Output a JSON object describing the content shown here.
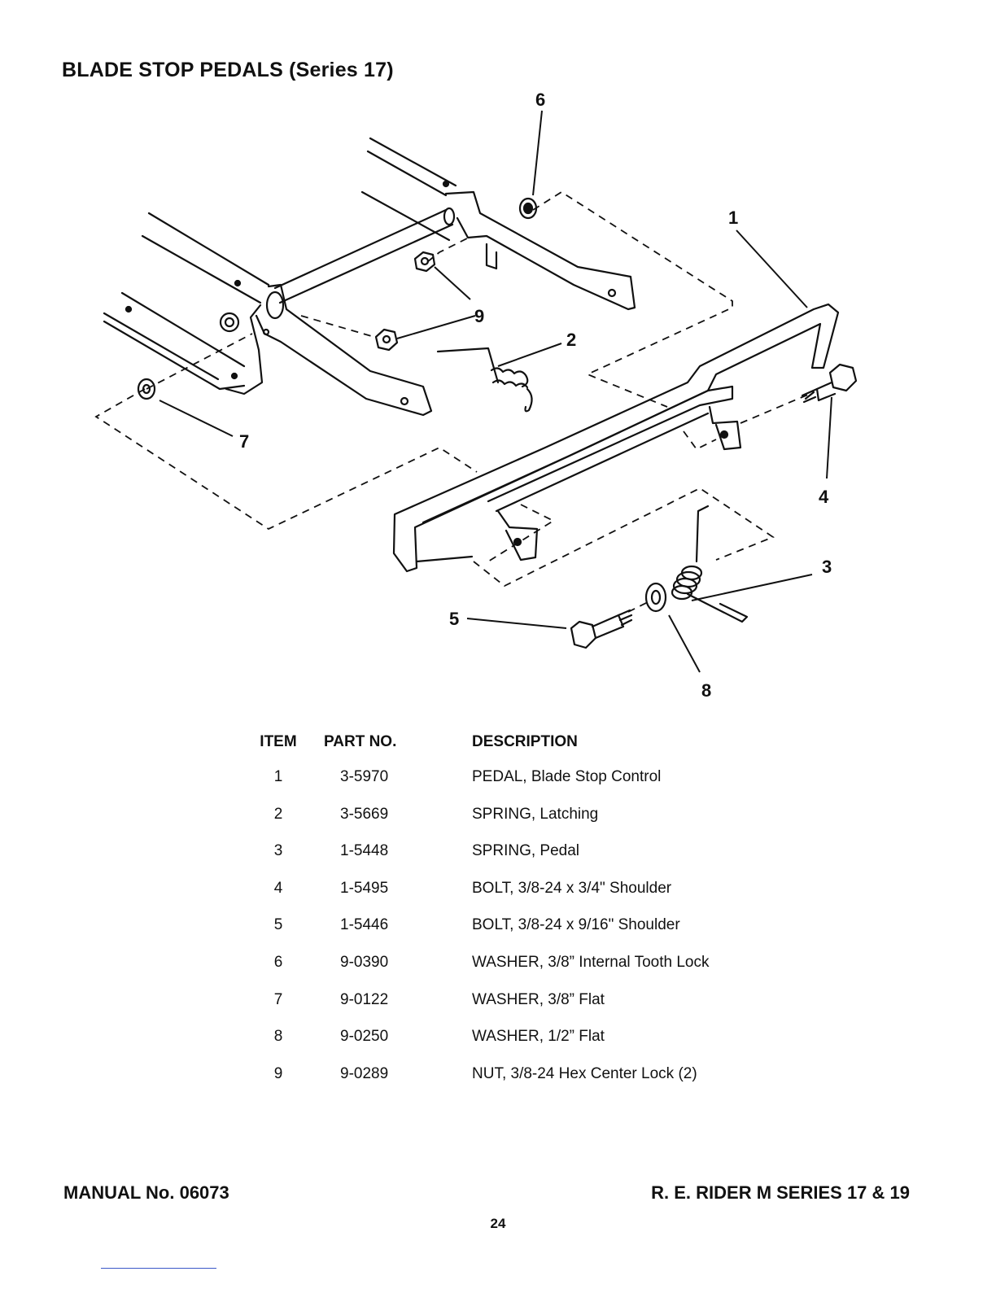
{
  "title": "BLADE STOP PEDALS (Series 17)",
  "callouts": [
    "1",
    "2",
    "3",
    "4",
    "5",
    "6",
    "7",
    "8",
    "9",
    "9"
  ],
  "table": {
    "headers": {
      "item": "ITEM",
      "part_no": "PART NO.",
      "description": "DESCRIPTION"
    },
    "rows": [
      {
        "item": "1",
        "part_no": "3-5970",
        "description": "PEDAL, Blade Stop Control"
      },
      {
        "item": "2",
        "part_no": "3-5669",
        "description": "SPRING, Latching"
      },
      {
        "item": "3",
        "part_no": "1-5448",
        "description": "SPRING, Pedal"
      },
      {
        "item": "4",
        "part_no": "1-5495",
        "description": "BOLT, 3/8-24 x 3/4\" Shoulder"
      },
      {
        "item": "5",
        "part_no": "1-5446",
        "description": "BOLT, 3/8-24 x 9/16\" Shoulder"
      },
      {
        "item": "6",
        "part_no": "9-0390",
        "description": "WASHER, 3/8” Internal Tooth Lock"
      },
      {
        "item": "7",
        "part_no": "9-0122",
        "description": "WASHER, 3/8” Flat"
      },
      {
        "item": "8",
        "part_no": "9-0250",
        "description": "WASHER, 1/2” Flat"
      },
      {
        "item": "9",
        "part_no": "9-0289",
        "description": "NUT, 3/8-24 Hex Center Lock (2)"
      }
    ]
  },
  "footer": {
    "manual": "MANUAL No. 06073",
    "model": "R. E. RIDER M SERIES 17 & 19",
    "page": "24"
  }
}
